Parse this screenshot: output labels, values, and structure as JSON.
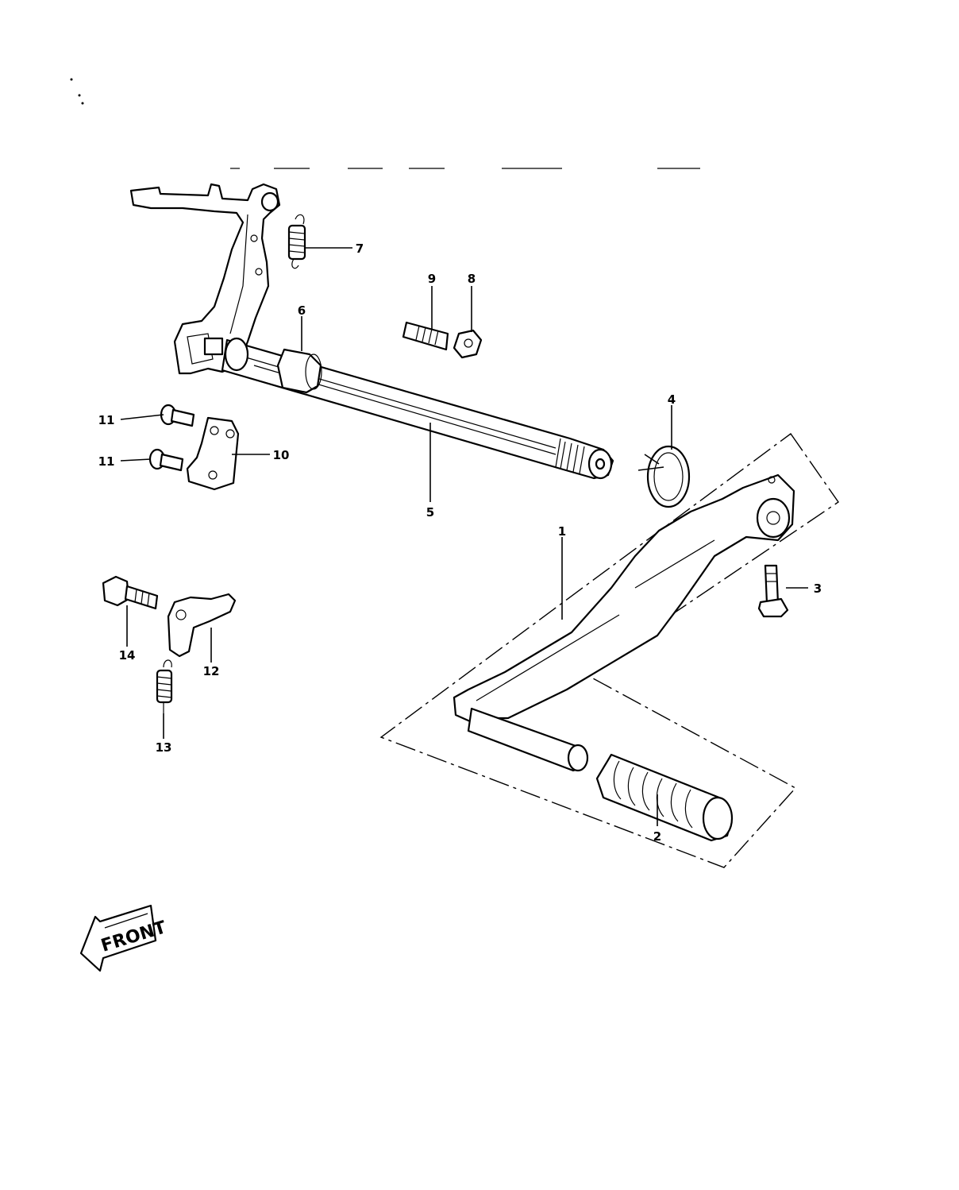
{
  "diagram": {
    "callouts": [
      "1",
      "2",
      "3",
      "4",
      "5",
      "6",
      "7",
      "8",
      "9",
      "10",
      "11",
      "11",
      "12",
      "13",
      "14"
    ],
    "front_label": "FRONT",
    "colors": {
      "ink": "#000000",
      "paper": "#ffffff"
    }
  }
}
